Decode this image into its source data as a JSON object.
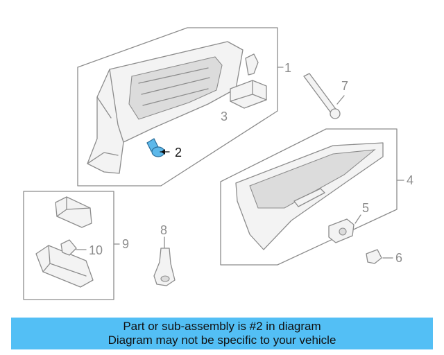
{
  "callouts": {
    "c1": "1",
    "c2": "2",
    "c3": "3",
    "c4": "4",
    "c5": "5",
    "c6": "6",
    "c7": "7",
    "c8": "8",
    "c9": "9",
    "c10": "10"
  },
  "highlighted_part": "2",
  "colors": {
    "highlight": "#5cb8ea",
    "banner": "#53bff5",
    "line": "#8c8c8c"
  },
  "banner": {
    "line1": "Part or sub-assembly is #2 in diagram",
    "line2": "Diagram may not be specific to your vehicle"
  }
}
